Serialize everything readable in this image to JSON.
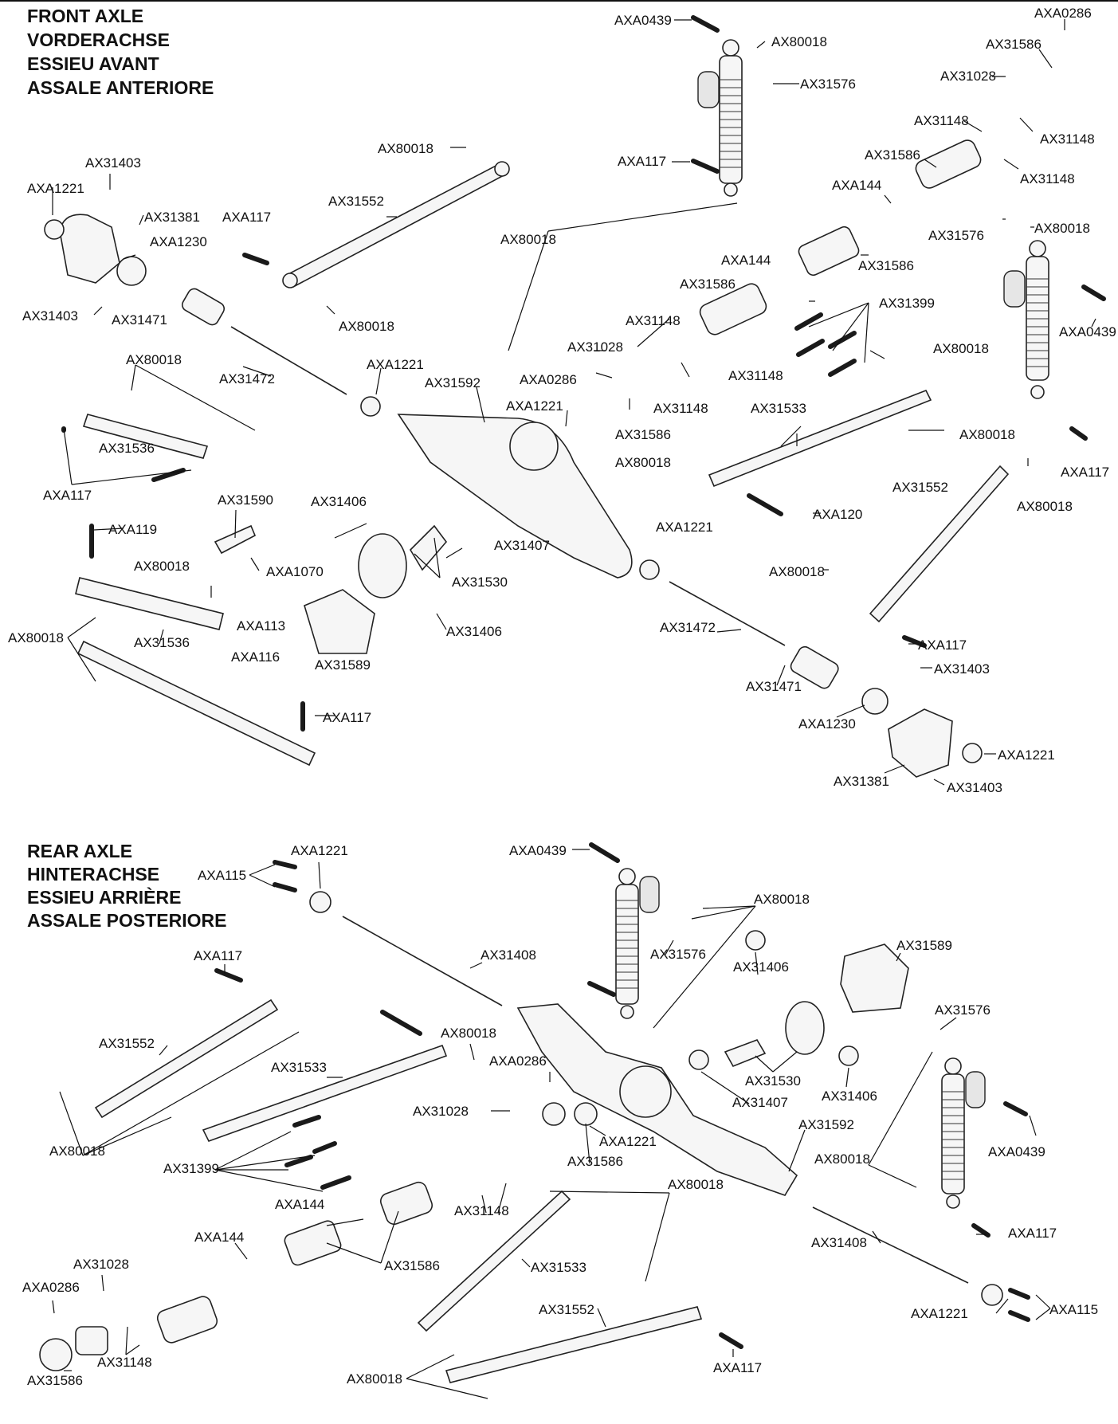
{
  "sections": {
    "front": {
      "title_lines": [
        "FRONT AXLE",
        "VORDERACHSE",
        "ESSIEU AVANT",
        "ASSALE ANTERIORE"
      ]
    },
    "rear": {
      "title_lines": [
        "REAR AXLE",
        "HINTERACHSE",
        "ESSIEU ARRIÈRE",
        "ASSALE POSTERIORE"
      ]
    }
  },
  "labels": {
    "f_axa0439": "AXA0439",
    "f_ax80018_top": "AX80018",
    "f_axa0286_top": "AXA0286",
    "f_ax31586_top": "AX31586",
    "f_ax31028_top": "AX31028",
    "f_ax31576_top": "AX31576",
    "f_ax31148_a": "AX31148",
    "f_ax31148_b": "AX31148",
    "f_ax31148_c": "AX31148",
    "f_ax31586_b": "AX31586",
    "f_ax80018_2": "AX80018",
    "f_axa117_shock": "AXA117",
    "f_axa144_a": "AXA144",
    "f_ax31576_r": "AX31576",
    "f_ax80018_r": "AX80018",
    "f_ax31403_a": "AX31403",
    "f_axa1221_a": "AXA1221",
    "f_ax31552_a": "AX31552",
    "f_ax80018_3": "AX80018",
    "f_ax31586_c": "AX31586",
    "f_ax31381_a": "AX31381",
    "f_axa117_a": "AXA117",
    "f_axa1230_a": "AXA1230",
    "f_axa144_b": "AXA144",
    "f_ax31586_d": "AX31586",
    "f_ax31399": "AX31399",
    "f_axa0439_r": "AXA0439",
    "f_ax31403_b": "AX31403",
    "f_ax31471_a": "AX31471",
    "f_ax80018_4": "AX80018",
    "f_ax31148_d": "AX31148",
    "f_ax31028_b": "AX31028",
    "f_ax80018_5": "AX80018",
    "f_ax80018_6": "AX80018",
    "f_axa0286_b": "AXA0286",
    "f_ax31148_e": "AX31148",
    "f_ax31472_a": "AX31472",
    "f_axa1221_b": "AXA1221",
    "f_ax31592": "AX31592",
    "f_axa1221_c": "AXA1221",
    "f_ax31148_f": "AX31148",
    "f_ax31533": "AX31533",
    "f_ax80018_7": "AX80018",
    "f_ax31586_e": "AX31586",
    "f_ax31536_a": "AX31536",
    "f_axa117_b": "AXA117",
    "f_ax80018_8": "AX80018",
    "f_axa117_r": "AXA117",
    "f_ax31552_b": "AX31552",
    "f_ax80018_9": "AX80018",
    "f_axa120": "AXA120",
    "f_ax31590": "AX31590",
    "f_ax31406_a": "AX31406",
    "f_ax31407": "AX31407",
    "f_axa119": "AXA119",
    "f_axa1221_d": "AXA1221",
    "f_ax80018_10": "AX80018",
    "f_axa1070": "AXA1070",
    "f_ax31530": "AX31530",
    "f_ax80018_11": "AX80018",
    "f_axa113": "AXA113",
    "f_ax31406_b": "AX31406",
    "f_ax31472_b": "AX31472",
    "f_ax80018_12": "AX80018",
    "f_ax31536_b": "AX31536",
    "f_axa116": "AXA116",
    "f_ax31589": "AX31589",
    "f_axa117_c": "AXA117",
    "f_ax31403_c": "AX31403",
    "f_ax31471_b": "AX31471",
    "f_axa117_d": "AXA117",
    "f_axa1230_b": "AXA1230",
    "f_axa1221_e": "AXA1221",
    "f_ax31381_b": "AX31381",
    "f_ax31403_d": "AX31403",
    "r_axa1221_a": "AXA1221",
    "r_axa0439_a": "AXA0439",
    "r_axa115_a": "AXA115",
    "r_ax80018_a": "AX80018",
    "r_ax31408_a": "AX31408",
    "r_ax31576_a": "AX31576",
    "r_axa117_a": "AXA117",
    "r_ax31589": "AX31589",
    "r_ax31406_a": "AX31406",
    "r_ax31576_b": "AX31576",
    "r_ax80018_b": "AX80018",
    "r_ax31552_a": "AX31552",
    "r_axa0286_a": "AXA0286",
    "r_ax31533_a": "AX31533",
    "r_ax31530": "AX31530",
    "r_ax31406_b": "AX31406",
    "r_ax31407": "AX31407",
    "r_ax31028_a": "AX31028",
    "r_ax80018_c": "AX80018",
    "r_axa1221_b": "AXA1221",
    "r_ax31592": "AX31592",
    "r_axa0439_b": "AXA0439",
    "r_ax31399": "AX31399",
    "r_ax31586_a": "AX31586",
    "r_ax80018_d": "AX80018",
    "r_ax31148_a": "AX31148",
    "r_axa144_a": "AXA144",
    "r_ax80018_e": "AX80018",
    "r_axa117_b": "AXA117",
    "r_axa144_b": "AXA144",
    "r_ax31586_b": "AX31586",
    "r_ax31533_b": "AX31533",
    "r_ax31408_b": "AX31408",
    "r_ax31028_b": "AX31028",
    "r_axa0286_b": "AXA0286",
    "r_ax31552_b": "AX31552",
    "r_axa1221_c": "AXA1221",
    "r_axa115_b": "AXA115",
    "r_ax31148_b": "AX31148",
    "r_ax31586_c": "AX31586",
    "r_ax80018_f": "AX80018",
    "r_axa117_c": "AXA117"
  }
}
